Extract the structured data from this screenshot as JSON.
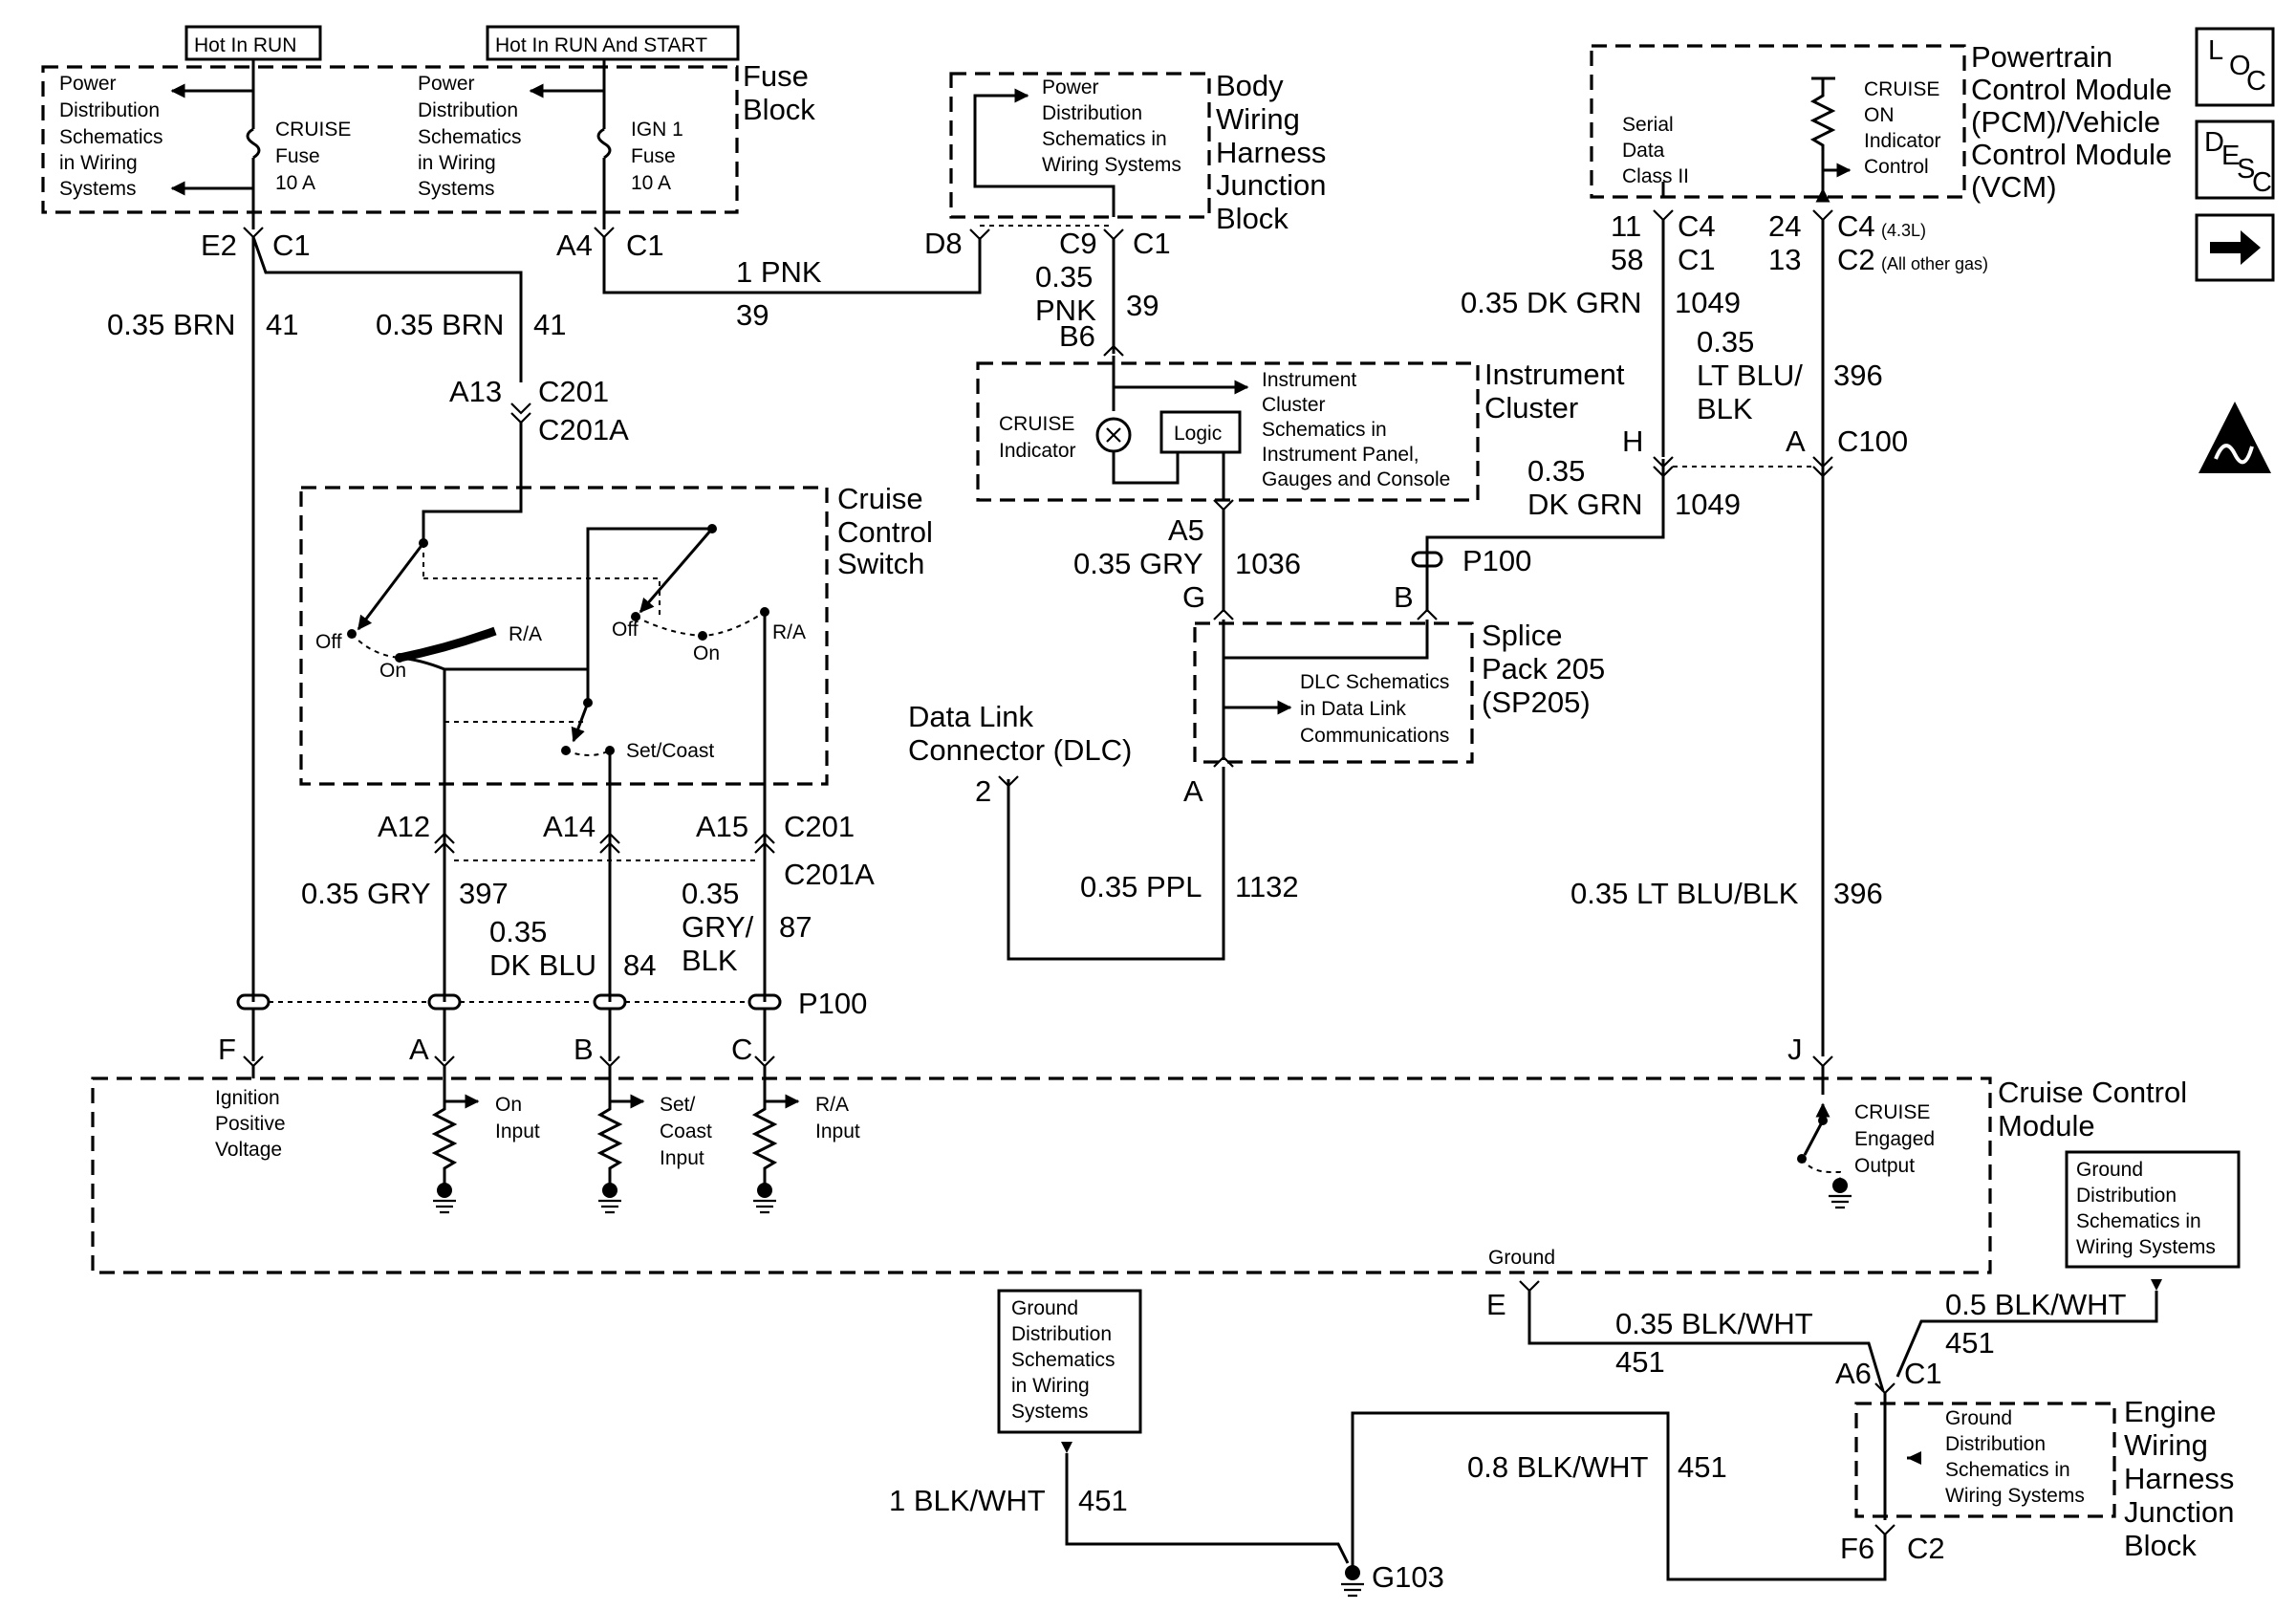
{
  "header": {
    "hot_in_run": "Hot In RUN",
    "hot_in_run_start": "Hot In RUN And START"
  },
  "fuse_block": {
    "title_1": "Fuse",
    "title_2": "Block",
    "power_dist_left": [
      "Power",
      "Distribution",
      "Schematics",
      "in Wiring",
      "Systems"
    ],
    "power_dist_mid": [
      "Power",
      "Distribution",
      "Schematics",
      "in Wiring",
      "Systems"
    ],
    "cruise_fuse": [
      "CRUISE",
      "Fuse",
      "10 A"
    ],
    "ign_fuse": [
      "IGN 1",
      "Fuse",
      "10 A"
    ]
  },
  "bwhjb": {
    "title": [
      "Body",
      "Wiring",
      "Harness",
      "Junction",
      "Block"
    ],
    "power_dist": [
      "Power",
      "Distribution",
      "Schematics in",
      "Wiring Systems"
    ]
  },
  "pcm": {
    "title": [
      "Powertrain",
      "Control Module",
      "(PCM)/Vehicle",
      "Control Module",
      "(VCM)"
    ],
    "serial": [
      "Serial",
      "Data",
      "Class II"
    ],
    "cruise_on": [
      "CRUISE",
      "ON",
      "Indicator",
      "Control"
    ]
  },
  "side_icons": {
    "loc_1": "L",
    "loc_2": "O",
    "loc_3": "C",
    "desc_1": "D",
    "desc_2": "E",
    "desc_3": "S",
    "desc_4": "C",
    "next": "➡"
  },
  "connectors": {
    "e2": "E2",
    "c1_a": "C1",
    "a4": "A4",
    "c1_b": "C1",
    "d8": "D8",
    "c9": "C9",
    "c1_c": "C1",
    "n11": "11",
    "c4_a": "C4",
    "n58": "58",
    "c1_d": "C1",
    "n24": "24",
    "c4_b": "C4",
    "c4_note": "(4.3L)",
    "n13": "13",
    "c2_a": "C2",
    "c2_note": "(All other gas)",
    "a13": "A13",
    "c201_a": "C201",
    "c201a_a": "C201A",
    "b6": "B6",
    "h": "H",
    "a_c100": "A",
    "c100": "C100",
    "a5": "A5",
    "g": "G",
    "b_p100": "B",
    "p100_a": "P100",
    "dlc_2": "2",
    "a_sp": "A",
    "a12": "A12",
    "a14": "A14",
    "a15": "A15",
    "c201_b": "C201",
    "c201a_b": "C201A",
    "p100_b": "P100",
    "f": "F",
    "a_p": "A",
    "b_p": "B",
    "c_p": "C",
    "j": "J",
    "ground": "Ground",
    "e": "E",
    "a6": "A6",
    "c1_e": "C1",
    "f6": "F6",
    "c2_b": "C2",
    "g103": "G103"
  },
  "wires": {
    "brn_1": "0.35 BRN",
    "brn_1n": "41",
    "brn_2": "0.35 BRN",
    "brn_2n": "41",
    "pnk_1": "1 PNK",
    "pnk_1n": "39",
    "pnk_2a": "0.35",
    "pnk_2b": "PNK",
    "pnk_2n": "39",
    "dkgrn_1": "0.35 DK GRN",
    "dkgrn_1n": "1049",
    "ltblu_1a": "0.35",
    "ltblu_1b": "LT BLU/",
    "ltblu_1c": "BLK",
    "ltblu_1n": "396",
    "dkgrn_2a": "0.35",
    "dkgrn_2b": "DK GRN",
    "dkgrn_2n": "1049",
    "gry_1": "0.35 GRY",
    "gry_1n": "1036",
    "ppl": "0.35 PPL",
    "ppl_n": "1132",
    "ltblu_2": "0.35 LT BLU/BLK",
    "ltblu_2n": "396",
    "gry_2": "0.35 GRY",
    "gry_2n": "397",
    "dkblu_a": "0.35",
    "dkblu_b": "DK BLU",
    "dkblu_n": "84",
    "gryblk_a": "0.35",
    "gryblk_b": "GRY/",
    "gryblk_c": "BLK",
    "gryblk_n": "87",
    "blkwht_1": "0.35 BLK/WHT",
    "blkwht_1n": "451",
    "blkwht_2": "0.5 BLK/WHT",
    "blkwht_2n": "451",
    "blkwht_3": "1 BLK/WHT",
    "blkwht_3n": "451",
    "blkwht_4": "0.8 BLK/WHT",
    "blkwht_4n": "451"
  },
  "instrument_cluster": {
    "title": [
      "Instrument",
      "Cluster"
    ],
    "cruise_ind": [
      "CRUISE",
      "Indicator"
    ],
    "logic": "Logic",
    "schem": [
      "Instrument",
      "Cluster",
      "Schematics in",
      "Instrument Panel,",
      "Gauges and Console"
    ]
  },
  "cruise_switch": {
    "title": [
      "Cruise",
      "Control",
      "Switch"
    ],
    "off_1": "Off",
    "on_1": "On",
    "ra_1": "R/A",
    "off_2": "Off",
    "on_2": "On",
    "ra_2": "R/A",
    "set_coast": "Set/Coast"
  },
  "splice": {
    "title": [
      "Splice",
      "Pack 205",
      "(SP205)"
    ],
    "dlc_schem": [
      "DLC Schematics",
      "in Data Link",
      "Communications"
    ]
  },
  "dlc": {
    "title": [
      "Data Link",
      "Connector (DLC)"
    ]
  },
  "ccm": {
    "title": [
      "Cruise Control",
      "Module"
    ],
    "ign": [
      "Ignition",
      "Positive",
      "Voltage"
    ],
    "on_input": [
      "On",
      "Input"
    ],
    "set_input": [
      "Set/",
      "Coast",
      "Input"
    ],
    "ra_input": [
      "R/A",
      "Input"
    ],
    "engaged": [
      "CRUISE",
      "Engaged",
      "Output"
    ]
  },
  "ground_dist_right": [
    "Ground",
    "Distribution",
    "Schematics in",
    "Wiring Systems"
  ],
  "ground_dist_mid": [
    "Ground",
    "Distribution",
    "Schematics",
    "in Wiring",
    "Systems"
  ],
  "ewhjb": {
    "title": [
      "Engine",
      "Wiring",
      "Harness",
      "Junction",
      "Block"
    ],
    "ground": [
      "Ground",
      "Distribution",
      "Schematics in",
      "Wiring Systems"
    ]
  }
}
